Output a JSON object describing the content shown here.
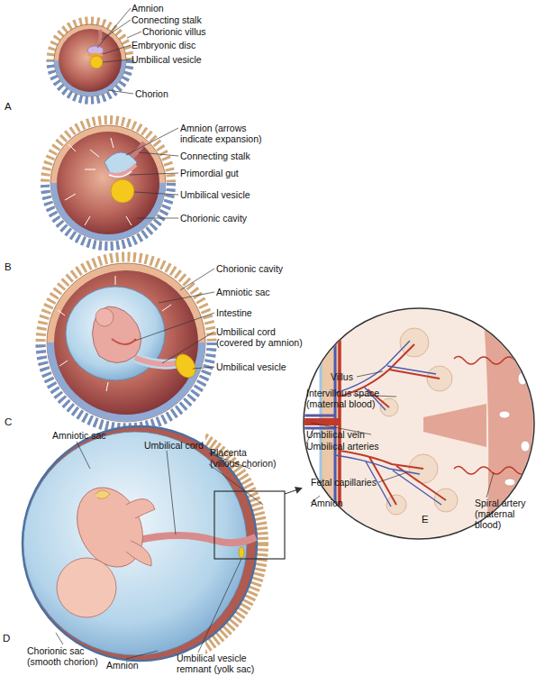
{
  "diagram": {
    "labels": [
      "Amnion",
      "Connecting stalk",
      "Chorionic villus",
      "Embryonic disc",
      "Umbilical vesicle",
      "Chorion",
      "A",
      "Amnion (arrows indicate expansion)",
      "Connecting stalk",
      "Primordial gut",
      "Umbilical vesicle",
      "Chorionic cavity",
      "B",
      "Chorionic cavity",
      "Amniotic sac",
      "Intestine",
      "Umbilical cord (covered by amnion)",
      "Umbilical vesicle",
      "C",
      "Amniotic sac",
      "Umbilical cord",
      "Placenta (villous chorion)",
      "Chorionic sac (smooth chorion)",
      "Amnion",
      "Umbilical vesicle remnant (yolk sac)",
      "D",
      "Villus",
      "Intervillous space (maternal blood)",
      "Umbilical vein",
      "Umbilical arteries",
      "Fetal capillaries",
      "Amnion",
      "Spiral artery (maternal blood)",
      "E"
    ]
  }
}
